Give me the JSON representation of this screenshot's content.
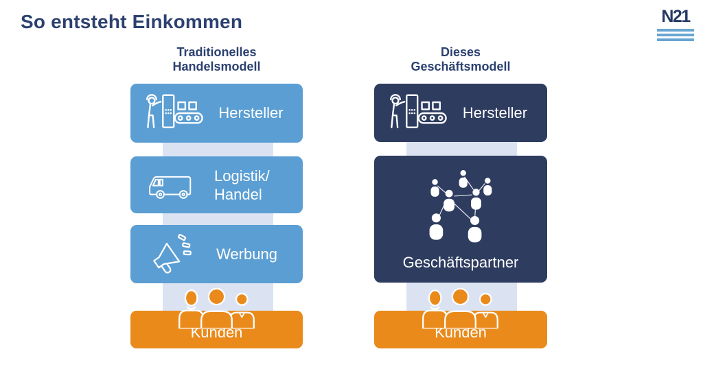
{
  "title": "So entsteht Einkommen",
  "logo": {
    "text": "N21"
  },
  "colors": {
    "heading_navy": "#2c4170",
    "box_light_blue": "#5b9ed3",
    "box_navy": "#2e3c60",
    "box_orange": "#e98a1b",
    "connector_strip": "#dbe3f2",
    "logo_stripes": "#69a5d3",
    "box_text": "#ffffff"
  },
  "columns": [
    {
      "header": {
        "line1": "Traditionelles",
        "line2": "Handelsmodell"
      },
      "boxes": [
        {
          "label": "Hersteller",
          "icon": "factory-worker-icon"
        },
        {
          "label_line1": "Logistik/",
          "label_line2": "Handel",
          "icon": "delivery-truck-icon"
        },
        {
          "label": "Werbung",
          "icon": "megaphone-icon"
        }
      ],
      "customers": {
        "label": "Kunden",
        "icon": "customers-group-icon"
      }
    },
    {
      "header": {
        "line1": "Dieses",
        "line2": "Geschäftsmodell"
      },
      "boxes": [
        {
          "label": "Hersteller",
          "icon": "factory-worker-icon"
        },
        {
          "label": "Geschäftspartner",
          "icon": "people-network-icon"
        }
      ],
      "customers": {
        "label": "Kunden",
        "icon": "customers-group-icon"
      }
    }
  ]
}
